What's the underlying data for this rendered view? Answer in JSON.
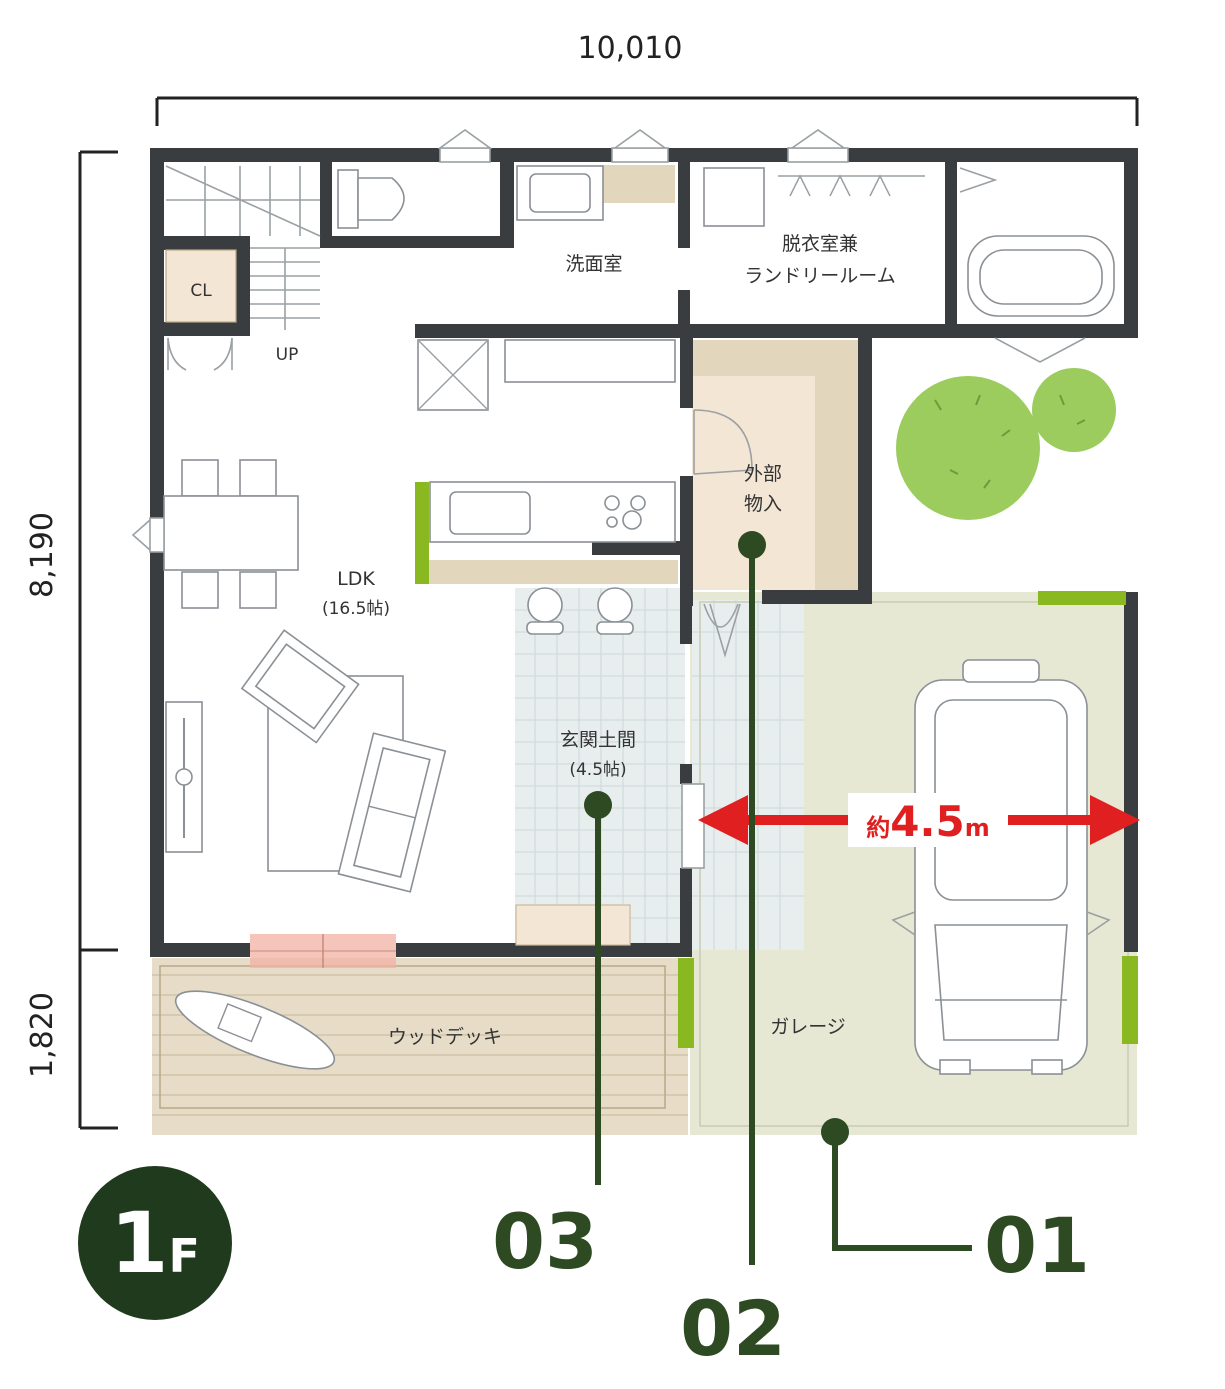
{
  "dimensions": {
    "width_top": "10,010",
    "height_main": "8,190",
    "height_deck": "1,820"
  },
  "rooms": {
    "closet": "CL",
    "stairs_up": "UP",
    "washroom": "洗面室",
    "dressing_line1": "脱衣室兼",
    "dressing_line2": "ランドリールーム",
    "storage_line1": "外部",
    "storage_line2": "物入",
    "ldk": "LDK",
    "ldk_size": "(16.5帖)",
    "entrance": "玄関土間",
    "entrance_size": "(4.5帖)",
    "deck": "ウッドデッキ",
    "garage": "ガレージ"
  },
  "measurement": {
    "prefix": "約",
    "value": "4.5",
    "unit": "m"
  },
  "callouts": [
    "01",
    "02",
    "03"
  ],
  "floor_badge": {
    "number": "1",
    "letter": "F"
  },
  "colors": {
    "wall": "#3a3d40",
    "callout": "#2d4a22",
    "badge": "#1f3a1d",
    "measurement": "#e02020",
    "garage": "#e6e8d3",
    "wood": "#e6dcc8",
    "tile": "#e8eeee",
    "accent_green": "#8ab820",
    "tree": "#9ccc5e"
  }
}
